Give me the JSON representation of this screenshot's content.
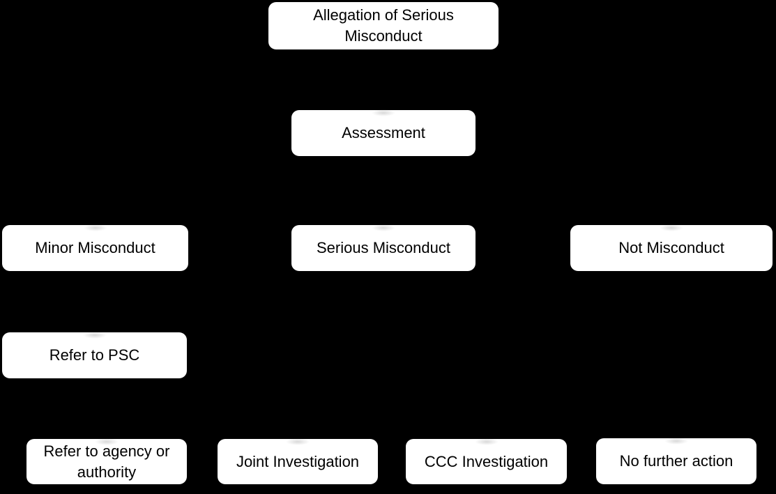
{
  "diagram": {
    "type": "flowchart",
    "background_color": "#000000",
    "node_fill_color": "#ffffff",
    "node_text_color": "#000000",
    "nodes": [
      {
        "id": "allegation",
        "label": "Allegation of Serious Misconduct"
      },
      {
        "id": "assessment",
        "label": "Assessment"
      },
      {
        "id": "minor-misconduct",
        "label": "Minor Misconduct"
      },
      {
        "id": "serious-misconduct",
        "label": "Serious Misconduct"
      },
      {
        "id": "not-misconduct",
        "label": "Not Misconduct"
      },
      {
        "id": "refer-to-psc",
        "label": "Refer to PSC"
      },
      {
        "id": "refer-to-agency",
        "label": "Refer to agency or authority"
      },
      {
        "id": "joint-investigation",
        "label": "Joint Investigation"
      },
      {
        "id": "ccc-investigation",
        "label": "CCC Investigation"
      },
      {
        "id": "no-further-action",
        "label": "No further action"
      }
    ]
  }
}
